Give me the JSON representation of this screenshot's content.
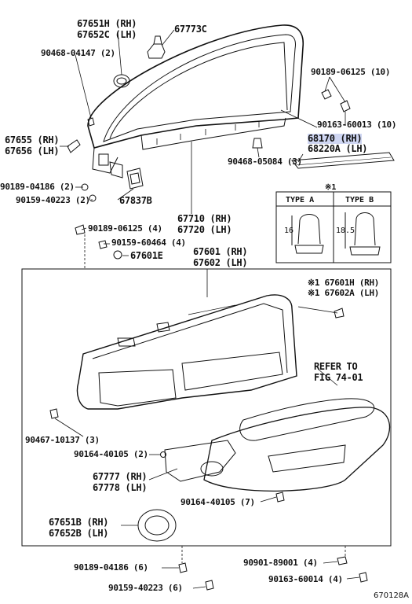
{
  "labels": {
    "p67651H": "67651H (RH)",
    "p67652C": "67652C (LH)",
    "p67773C": "67773C",
    "p90468_04147": "90468-04147 (2)",
    "p90189_06125_10": "90189-06125 (10)",
    "p90163_60013": "90163-60013 (10)",
    "p68170": "68170 (RH)",
    "p68220A": "68220A (LH)",
    "p67655": "67655 (RH)",
    "p67656": "67656 (LH)",
    "p90468_05084": "90468-05084 (3)",
    "p90189_04186_2": "90189-04186 (2)",
    "p90159_40223_2": "90159-40223 (2)",
    "p67837B": "67837B",
    "p67710": "67710 (RH)",
    "p67720": "67720 (LH)",
    "p90189_06125_4": "90189-06125 (4)",
    "p90159_60464": "90159-60464 (4)",
    "p67601E": "67601E",
    "p67601": "67601 (RH)",
    "p67602": "67602 (LH)",
    "p67601H": "※1 67601H (RH)",
    "p67602A": "※1 67602A (LH)",
    "refer1": "REFER TO",
    "refer2": "FIG 74-01",
    "p90467_10137": "90467-10137 (3)",
    "p90164_40105_2": "90164-40105 (2)",
    "p67777": "67777 (RH)",
    "p67778": "67778 (LH)",
    "p90164_40105_7": "90164-40105 (7)",
    "p67651B": "67651B (RH)",
    "p67652B": "67652B (LH)",
    "p90189_04186_6": "90189-04186 (6)",
    "p90901_89001": "90901-89001 (4)",
    "p90159_40223_6": "90159-40223 (6)",
    "p90163_60014": "90163-60014 (4)"
  },
  "inset": {
    "note": "※1",
    "type_a": "TYPE A",
    "type_b": "TYPE B",
    "dim_a": "16",
    "dim_b": "18.5"
  },
  "figure_code": "670128A",
  "colors": {
    "line": "#111111",
    "highlight": "#cfd6f2"
  }
}
